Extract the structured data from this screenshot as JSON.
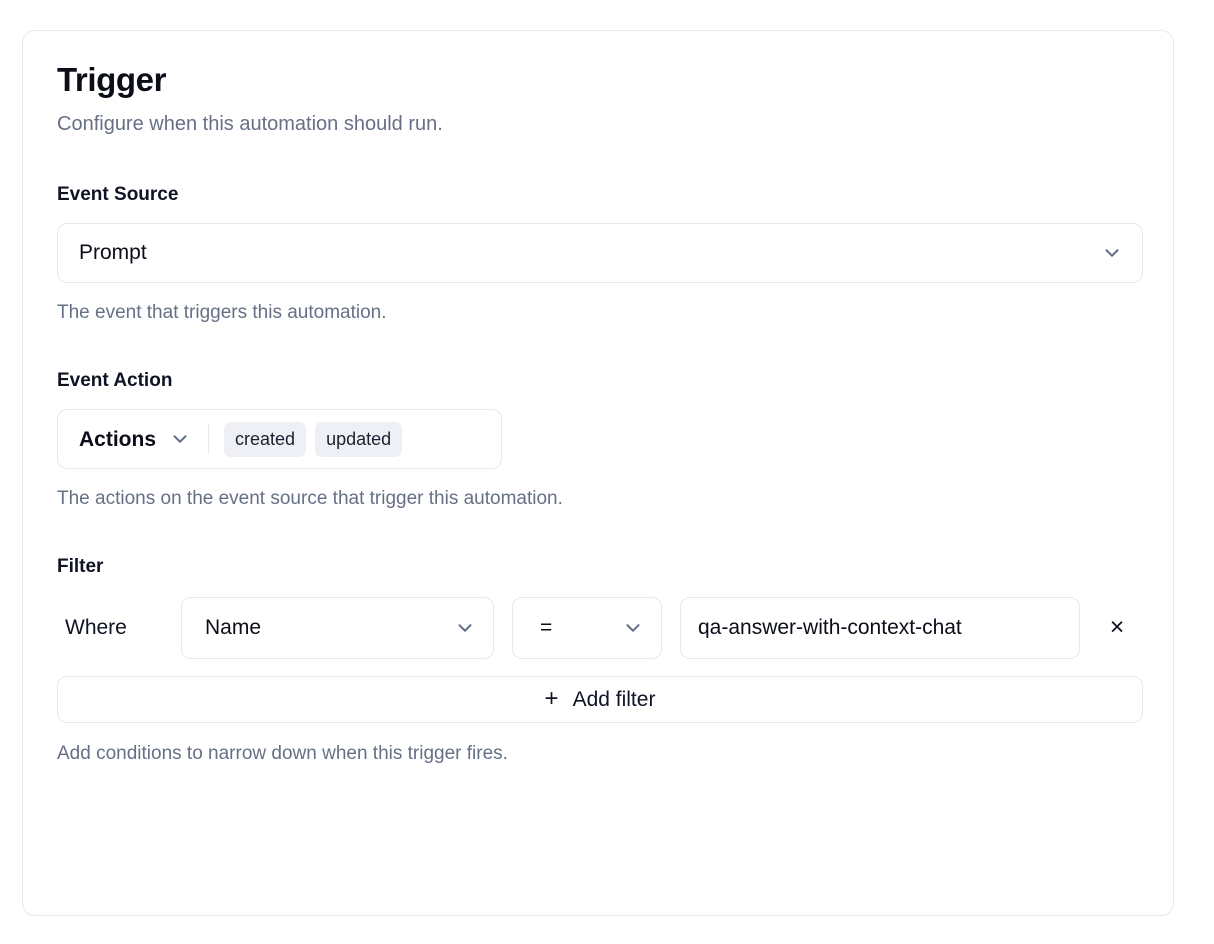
{
  "card": {
    "title": "Trigger",
    "subtitle": "Configure when this automation should run."
  },
  "event_source": {
    "label": "Event Source",
    "selected": "Prompt",
    "chevron_icon": "chevron-down-icon",
    "helper": "The event that triggers this automation."
  },
  "event_action": {
    "label": "Event Action",
    "control_label": "Actions",
    "chevron_icon": "chevron-down-icon",
    "badges": [
      "created",
      "updated"
    ],
    "helper": "The actions on the event source that trigger this automation."
  },
  "filter": {
    "label": "Filter",
    "where_label": "Where",
    "field": "Name",
    "field_chevron_icon": "chevron-down-icon",
    "operator": "=",
    "operator_chevron_icon": "chevron-down-icon",
    "value": "qa-answer-with-context-chat",
    "remove_icon": "×",
    "add_filter_label": "Add filter",
    "add_filter_icon": "+",
    "helper": "Add conditions to narrow down when this trigger fires."
  },
  "colors": {
    "border": "#e6e8ee",
    "text_primary": "#0b0e19",
    "text_muted": "#667085",
    "badge_bg": "#eef0f5"
  }
}
